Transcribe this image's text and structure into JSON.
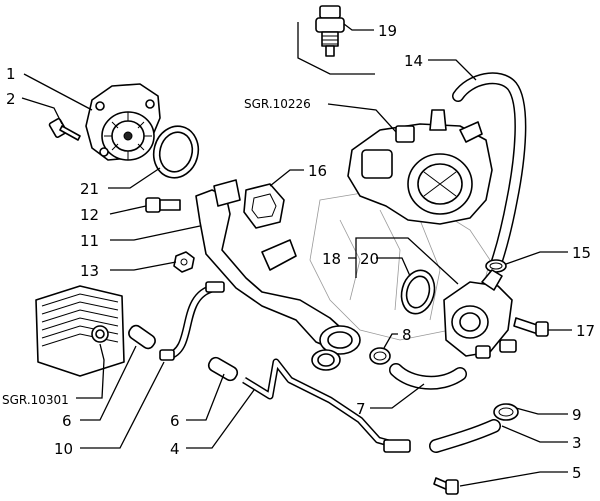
{
  "labels": {
    "p1": "1",
    "p2": "2",
    "p21": "21",
    "p12": "12",
    "p11": "11",
    "p13": "13",
    "p16": "16",
    "p19": "19",
    "p14": "14",
    "p15": "15",
    "p18": "18",
    "p20": "20",
    "p8": "8",
    "p17": "17",
    "p6a": "6",
    "p10": "10",
    "p6b": "6",
    "p4": "4",
    "p7": "7",
    "p9": "9",
    "p3": "3",
    "p5": "5"
  },
  "refs": {
    "sgr10226": "SGR.10226",
    "sgr10301": "SGR.10301"
  }
}
